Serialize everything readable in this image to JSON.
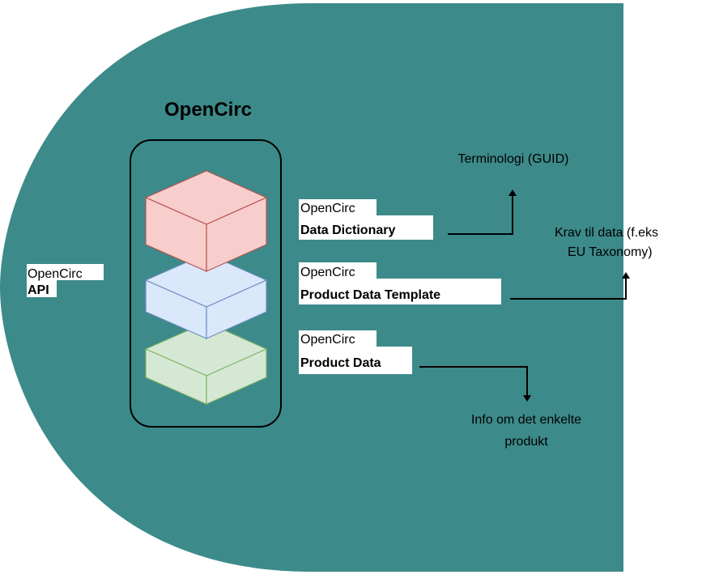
{
  "diagram": {
    "title": "OpenCirc",
    "api": {
      "line1": "OpenCirc",
      "line2": "API"
    },
    "layers": [
      {
        "line1": "OpenCirc",
        "line2": "Data Dictionary",
        "color": "#f8cecc",
        "stroke": "#b85450"
      },
      {
        "line1": "OpenCirc",
        "line2": "Product Data Template",
        "color": "#dae8fc",
        "stroke": "#6c8ebf"
      },
      {
        "line1": "OpenCirc",
        "line2": "Product Data",
        "color": "#d5e8d4",
        "stroke": "#82b366"
      }
    ],
    "annotations": {
      "terminology": "Terminologi (GUID)",
      "requirements_line1": "Krav til data (f.eks",
      "requirements_line2": "EU Taxonomy)",
      "product_info_line1": "Info om det enkelte",
      "product_info_line2": "produkt"
    },
    "colors": {
      "background_shape": "#3d8a8a",
      "container_stroke": "#000000"
    }
  }
}
